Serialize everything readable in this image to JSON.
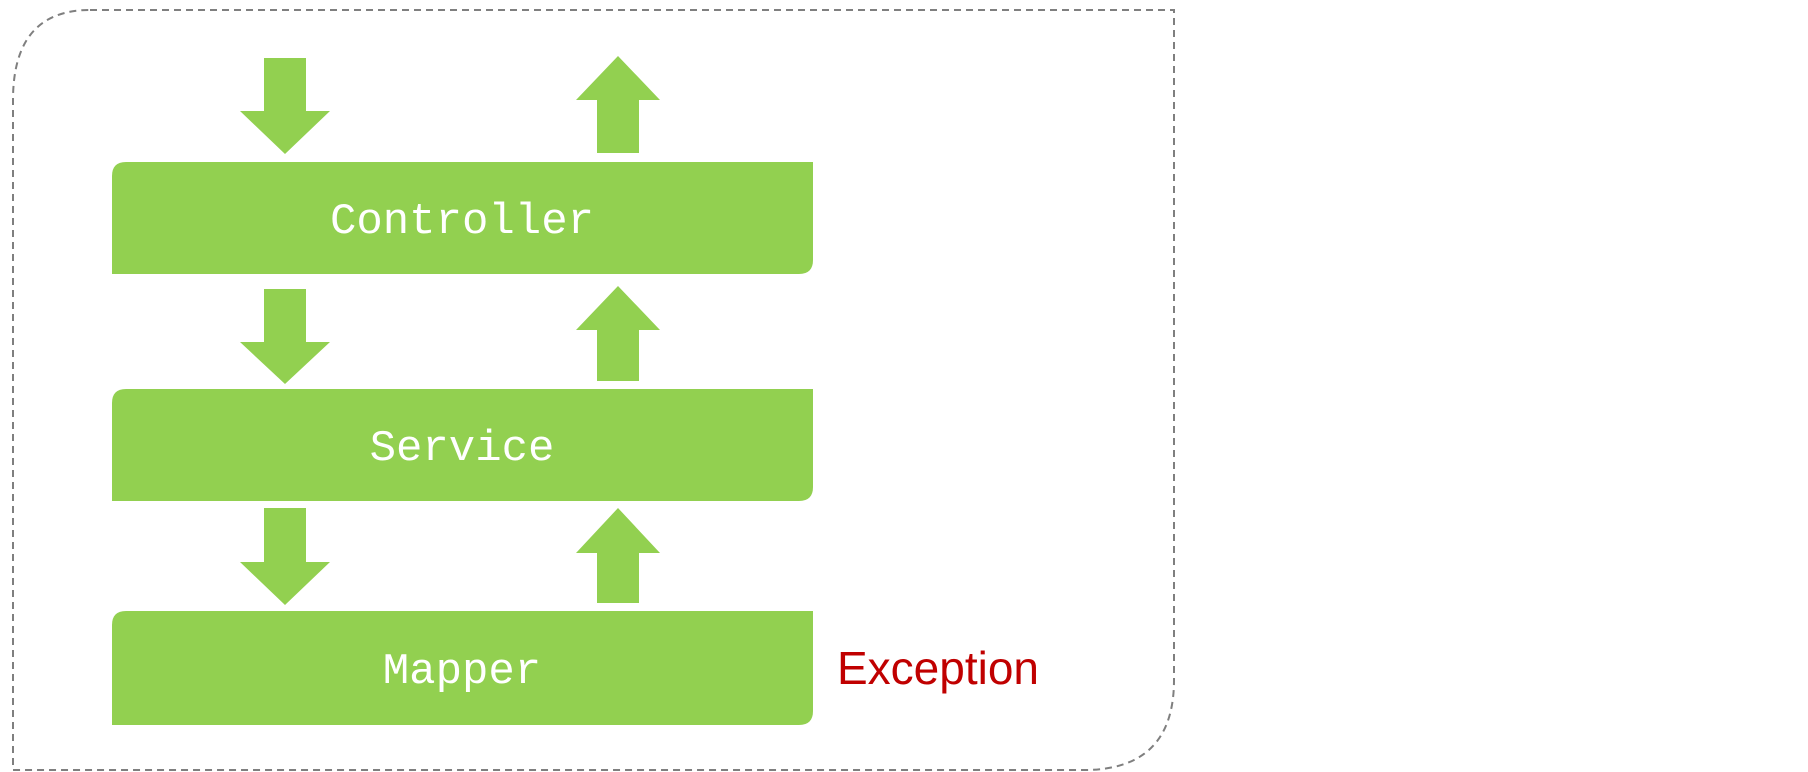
{
  "diagram": {
    "layers": [
      {
        "name": "controller",
        "label": "Controller"
      },
      {
        "name": "service",
        "label": "Service"
      },
      {
        "name": "mapper",
        "label": "Mapper"
      }
    ],
    "side_note": "Exception",
    "colors": {
      "layer_fill": "#92d050",
      "arrow_fill": "#92d050",
      "layer_text": "#ffffff",
      "exception_text": "#c00000",
      "frame_stroke": "#7f7f7f"
    }
  }
}
